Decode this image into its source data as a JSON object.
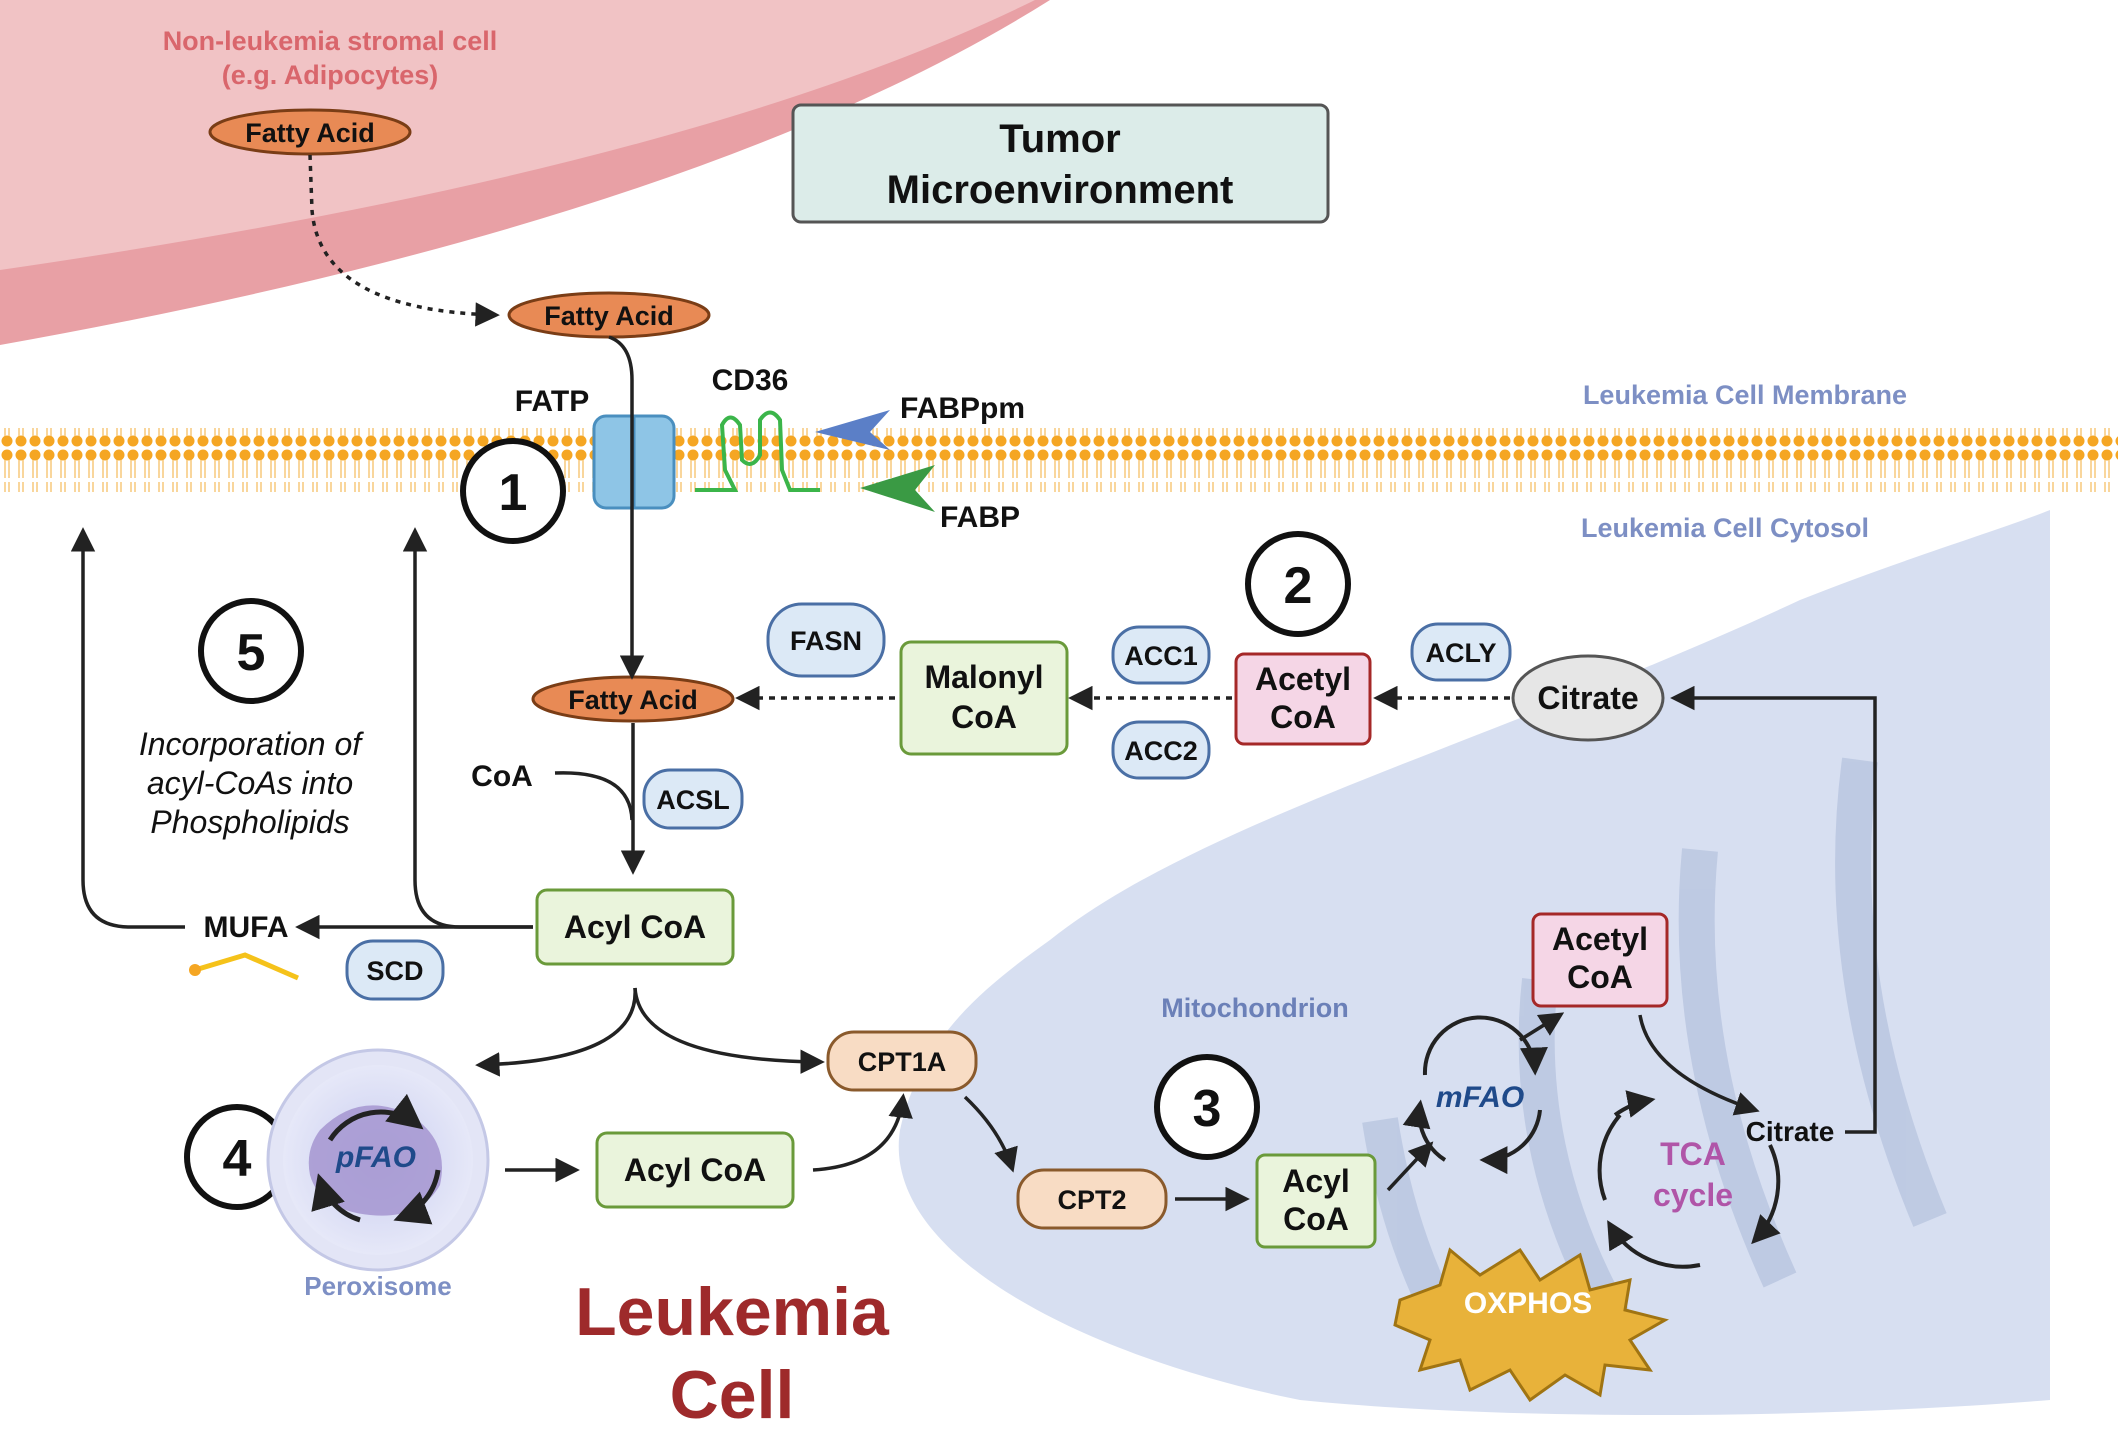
{
  "labels": {
    "stromal_line1": "Non-leukemia stromal cell",
    "stromal_line2": "(e.g. Adipocytes)",
    "tumor_line1": "Tumor",
    "tumor_line2": "Microenvironment",
    "membrane": "Leukemia Cell Membrane",
    "cytosol": "Leukemia Cell Cytosol",
    "mitochondrion": "Mitochondrion",
    "peroxisome": "Peroxisome",
    "leukemia_line1": "Leukemia",
    "leukemia_line2": "Cell",
    "incorp_line1": "Incorporation of",
    "incorp_line2": "acyl-CoAs into",
    "incorp_line3": "Phospholipids"
  },
  "metabolites": {
    "fatty_acid": "Fatty Acid",
    "malonyl_line1": "Malonyl",
    "malonyl_line2": "CoA",
    "acetyl_line1": "Acetyl",
    "acetyl_line2": "CoA",
    "citrate": "Citrate",
    "coa": "CoA",
    "acyl_coa": "Acyl CoA",
    "acyl_line1": "Acyl",
    "acyl_line2": "CoA",
    "mufa": "MUFA"
  },
  "enzymes": {
    "fatp": "FATP",
    "cd36": "CD36",
    "fabppm": "FABPpm",
    "fabp": "FABP",
    "fasn": "FASN",
    "acc1": "ACC1",
    "acc2": "ACC2",
    "acly": "ACLY",
    "acsl": "ACSL",
    "scd": "SCD",
    "cpt1a": "CPT1A",
    "cpt2": "CPT2"
  },
  "pathways": {
    "pfao": "pFAO",
    "mfao": "mFAO",
    "tca_line1": "TCA",
    "tca_line2": "cycle",
    "oxphos": "OXPHOS"
  },
  "steps": [
    "1",
    "2",
    "3",
    "4",
    "5"
  ],
  "colors": {
    "stromal": "#e8a0a5",
    "membrane_bead": "#f5a623",
    "mito": "#c5cfe6",
    "enzyme": "#dce9f6",
    "green_box": "#eaf4dc",
    "pink_box": "#f5d6e6",
    "orange_pill": "#e88a55",
    "oxphos": "#e8b23a",
    "leukemia_text": "#9e2a2b"
  }
}
